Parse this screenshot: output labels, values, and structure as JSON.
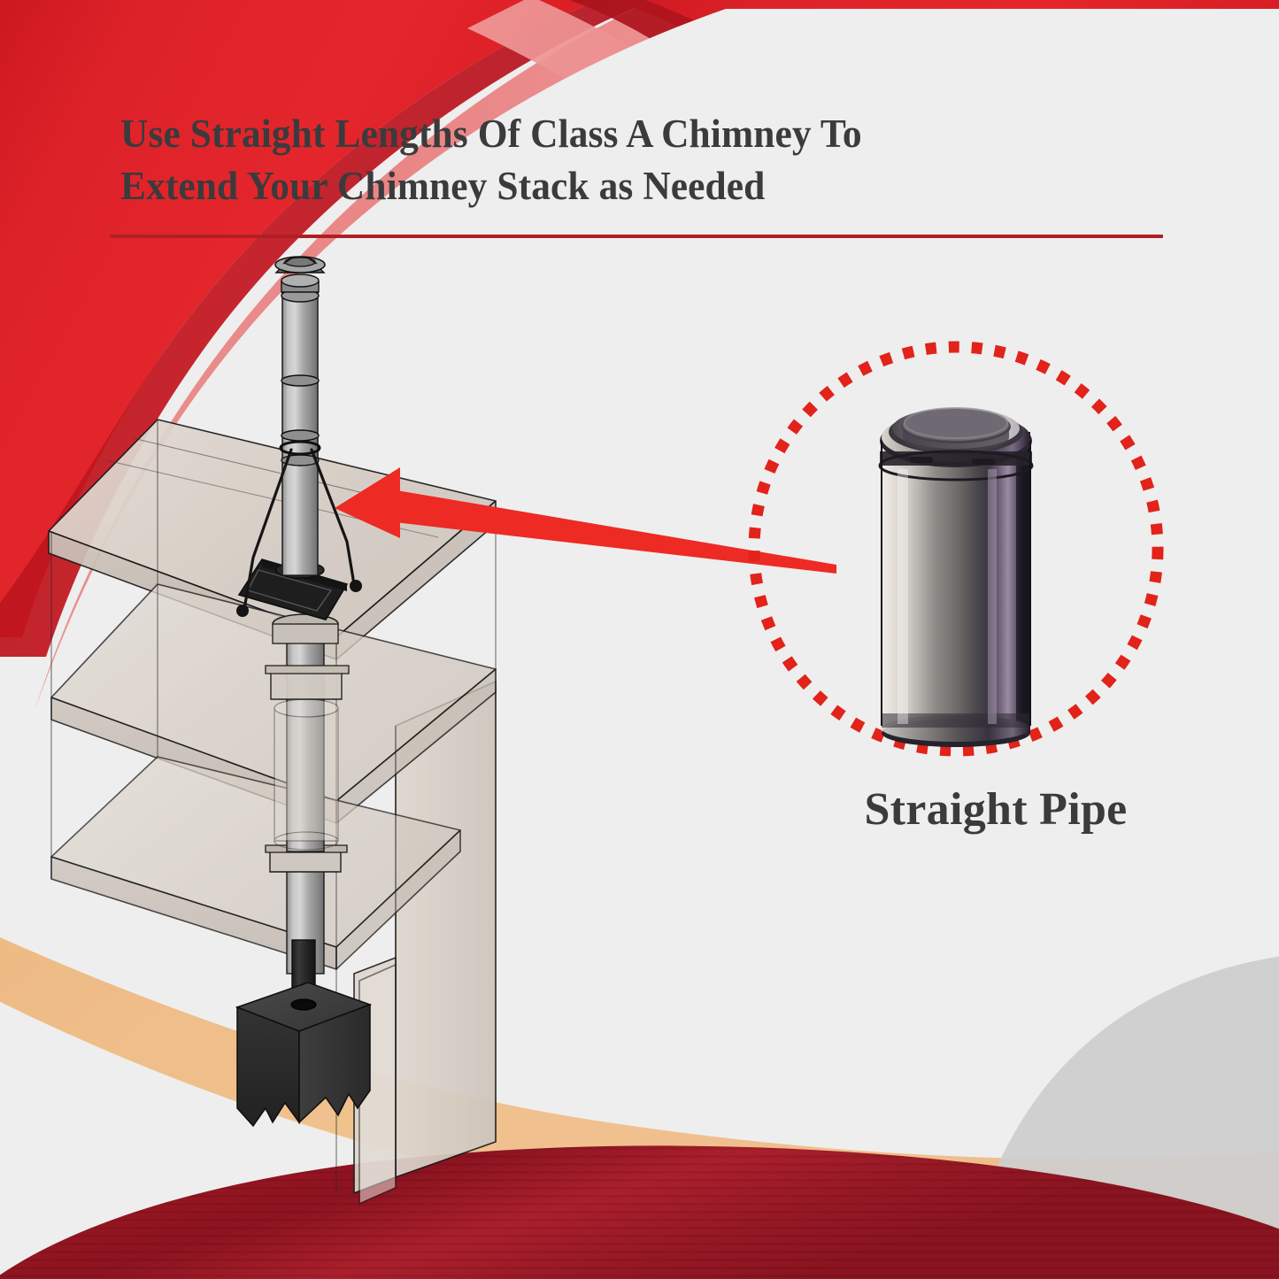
{
  "page": {
    "background_color": "#eeeeee",
    "title": "Use Straight Lengths Of Class A Chimney To\nExtend Your Chimney Stack as Needed",
    "title_color": "#3b3b3d",
    "rule_color": "#b01f25"
  },
  "inset": {
    "caption": "Straight Pipe",
    "caption_color": "#3b3b3d",
    "circle_style": "dotted",
    "circle_dot_color": "#e2231a",
    "circle_dot_shape": "square",
    "circle_dot_count": 60
  },
  "pointer": {
    "color": "#ee2a24",
    "direction": "left",
    "label": "callout-arrow-from-inset-to-chimney"
  },
  "illustration": {
    "name": "class-a-chimney-through-house-cutaway",
    "parts": [
      "rain-cap",
      "chimney-stack-pipe",
      "guy-wire-braces",
      "roof-flashing",
      "storm-collar",
      "ceiling-support-box",
      "attic-insulation-shield",
      "firestop-radiation-shield",
      "black-stove-pipe",
      "wood-stove"
    ],
    "house_slab_color": "#d8d0c8",
    "chimney_pipe_color": "#a8a8a8",
    "stove_color": "#2b2b2b"
  },
  "pipe_product": {
    "name": "straight-pipe-stainless",
    "body_gradient": [
      "#f2efe9",
      "#c9c5bf",
      "#6e6b69",
      "#3e3a40",
      "#8e7f96",
      "#201c24"
    ],
    "rim_color": "#2a2630"
  },
  "decor": {
    "top_red_bright": "#e0242b",
    "top_red_dark": "#b81722",
    "top_pink": "#ea8686",
    "bottom_tan": "#efbe88",
    "bottom_grey": "#cccccc",
    "bottom_maroon_dark": "#8e1520",
    "bottom_maroon_light": "#b32430"
  }
}
